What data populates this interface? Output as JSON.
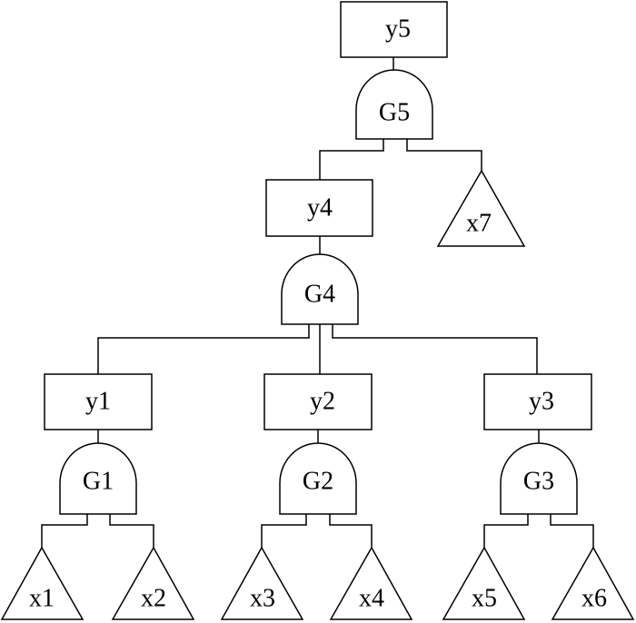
{
  "events": {
    "y5": "y5",
    "y4": "y4",
    "y1": "y1",
    "y2": "y2",
    "y3": "y3"
  },
  "gates": {
    "G5": "G5",
    "G4": "G4",
    "G1": "G1",
    "G2": "G2",
    "G3": "G3"
  },
  "basic_events": {
    "x1": "x1",
    "x2": "x2",
    "x3": "x3",
    "x4": "x4",
    "x5": "x5",
    "x6": "x6",
    "x7": "x7"
  },
  "colors": {
    "stroke": "#000000",
    "fill": "#ffffff"
  }
}
